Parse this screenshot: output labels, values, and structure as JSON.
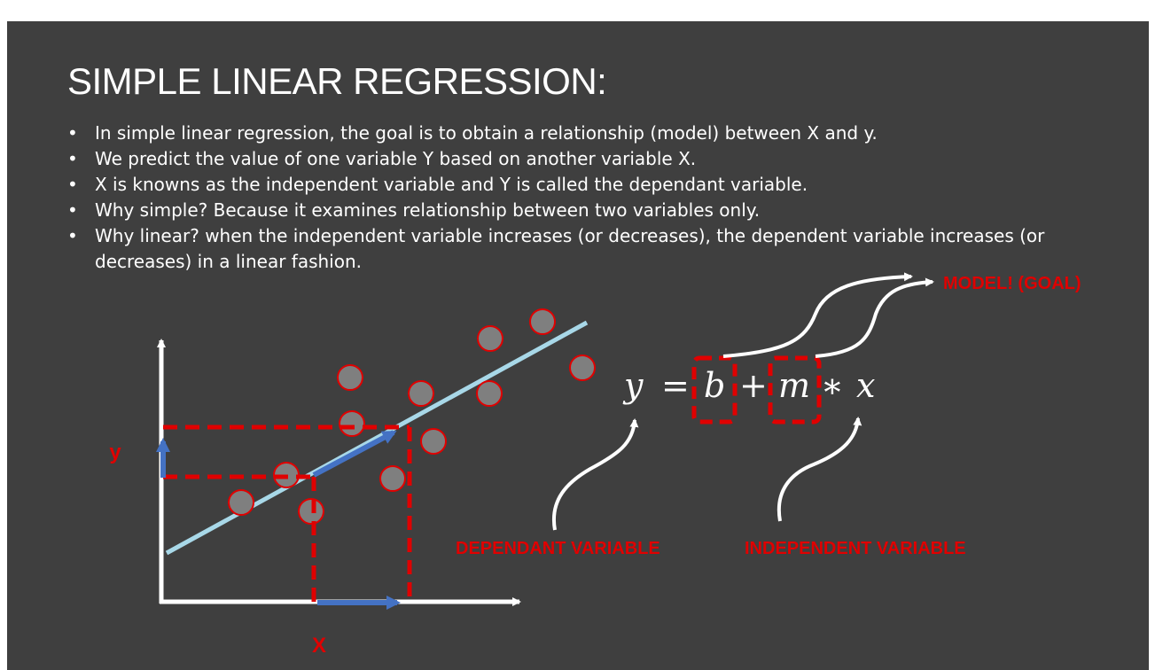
{
  "slide": {
    "title": "SIMPLE LINEAR REGRESSION:",
    "bullets": [
      {
        "text": "In simple linear regression, the goal is to obtain a relationship (model) between X and y."
      },
      {
        "text": "We predict the value of one variable Y based on another variable X."
      },
      {
        "text": "X is knowns as the independent variable and Y is called the dependant variable."
      },
      {
        "text": "Why simple? Because it examines relationship between two variables only."
      },
      {
        "text": "Why linear? when the independent variable increases (or decreases), the dependent variable increases (or decreases) in a linear fashion."
      }
    ],
    "bullet_glyph": "•"
  },
  "plot": {
    "y_label": "y",
    "x_label": "X"
  },
  "equation": {
    "y": "y",
    "equals": "=",
    "b": "b",
    "plus": "+",
    "m": "m",
    "times": "∗",
    "x": "x"
  },
  "annotations": {
    "model_goal": "MODEL! (GOAL)",
    "dependant_variable": "DEPENDANT VARIABLE",
    "independent_variable": "INDEPENDENT VARIABLE"
  },
  "colors": {
    "background": "#3f3f3f",
    "text": "#ffffff",
    "accent_red": "#e00000",
    "regression_line": "#a8d8e8",
    "arrow_blue": "#4472c4",
    "point_fill": "#7f7f7f"
  }
}
